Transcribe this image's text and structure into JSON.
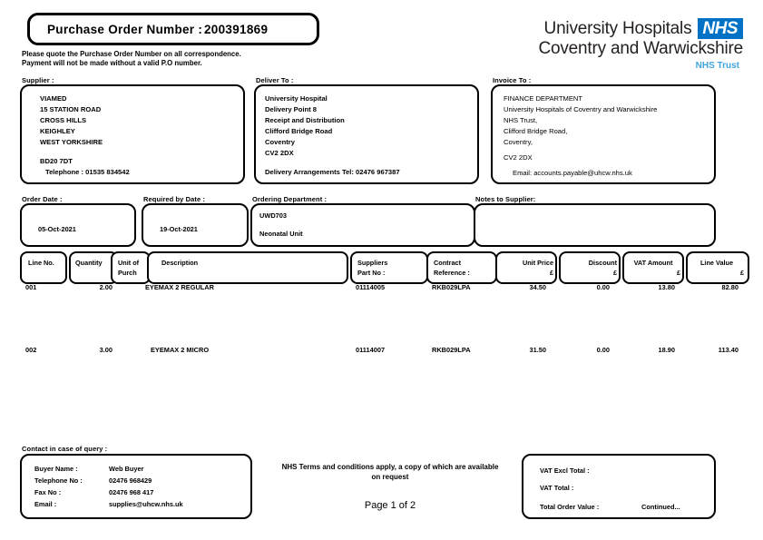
{
  "document": {
    "type": "purchase-order",
    "po_label": "Purchase Order Number :",
    "po_number": "200391869",
    "note_line1": "Please quote the Purchase Order Number on all correspondence.",
    "note_line2": "Payment will not be made without a valid P.O number."
  },
  "logo": {
    "line1": "University Hospitals",
    "line2": "Coventry and Warwickshire",
    "badge": "NHS",
    "trust": "NHS Trust",
    "badge_color": "#0072c6",
    "trust_color": "#41a5de",
    "text_color": "#231f20"
  },
  "supplier": {
    "label": "Supplier :",
    "lines": [
      "VIAMED",
      "15 STATION ROAD",
      "CROSS HILLS",
      "KEIGHLEY",
      "WEST YORKSHIRE"
    ],
    "postcode": "BD20 7DT",
    "telephone": "Telephone : 01535 834542"
  },
  "deliver_to": {
    "label": "Deliver To :",
    "lines": [
      "University Hospital",
      "Delivery Point 8",
      "Receipt and Distribution",
      "Clifford Bridge Road",
      "Coventry",
      "CV2 2DX"
    ],
    "arrangements": "Delivery Arrangements Tel: 02476 967387"
  },
  "invoice_to": {
    "label": "Invoice To :",
    "lines": [
      "FINANCE DEPARTMENT",
      "University Hospitals of Coventry and Warwickshire",
      "NHS Trust,",
      "Clifford Bridge Road,",
      "Coventry,"
    ],
    "postcode": "CV2 2DX",
    "email": "Email: accounts.payable@uhcw.nhs.uk"
  },
  "order_info": {
    "order_date_label": "Order Date :",
    "order_date": "05-Oct-2021",
    "required_date_label": "Required by Date :",
    "required_date": "19-Oct-2021",
    "ordering_dept_label": "Ordering Department :",
    "ordering_dept_code": "UWD703",
    "ordering_dept_name": "Neonatal Unit",
    "notes_label": "Notes to Supplier:",
    "notes_value": ""
  },
  "table": {
    "columns": [
      {
        "line1": "Line No.",
        "line2": ""
      },
      {
        "line1": "Quantity",
        "line2": ""
      },
      {
        "line1": "Unit of",
        "line2": "Purch"
      },
      {
        "line1": "Description",
        "line2": ""
      },
      {
        "line1": "Suppliers",
        "line2": "Part No :"
      },
      {
        "line1": "Contract",
        "line2": "Reference :"
      },
      {
        "line1": "Unit Price",
        "line2": "£"
      },
      {
        "line1": "Discount",
        "line2": "£"
      },
      {
        "line1": "VAT Amount",
        "line2": "£"
      },
      {
        "line1": "Line Value",
        "line2": "£"
      }
    ],
    "rows": [
      {
        "line_no": "001",
        "quantity": "2.00",
        "unit_of_purch": "",
        "description": "EYEMAX 2 REGULAR",
        "suppliers_part_no": "01114005",
        "contract_reference": "RKB029LPA",
        "unit_price": "34.50",
        "discount": "0.00",
        "vat_amount": "13.80",
        "line_value": "82.80"
      },
      {
        "line_no": "002",
        "quantity": "3.00",
        "unit_of_purch": "",
        "description": "EYEMAX 2 MICRO",
        "suppliers_part_no": "01114007",
        "contract_reference": "RKB029LPA",
        "unit_price": "31.50",
        "discount": "0.00",
        "vat_amount": "18.90",
        "line_value": "113.40"
      }
    ]
  },
  "footer": {
    "contact_label": "Contact in case of query :",
    "contact": {
      "buyer_name_label": "Buyer Name :",
      "buyer_name": "Web Buyer",
      "telephone_label": "Telephone No :",
      "telephone": "02476 968429",
      "fax_label": "Fax No :",
      "fax": "02476 968 417",
      "email_label": "Email :",
      "email": "supplies@uhcw.nhs.uk"
    },
    "terms": "NHS Terms and conditions apply, a copy of which are available on request",
    "page": "Page 1 of 2",
    "totals": {
      "vat_excl_label": "VAT Excl Total :",
      "vat_excl_value": "",
      "vat_total_label": "VAT Total :",
      "vat_total_value": "",
      "order_value_label": "Total Order Value :",
      "order_value": "Continued..."
    }
  }
}
